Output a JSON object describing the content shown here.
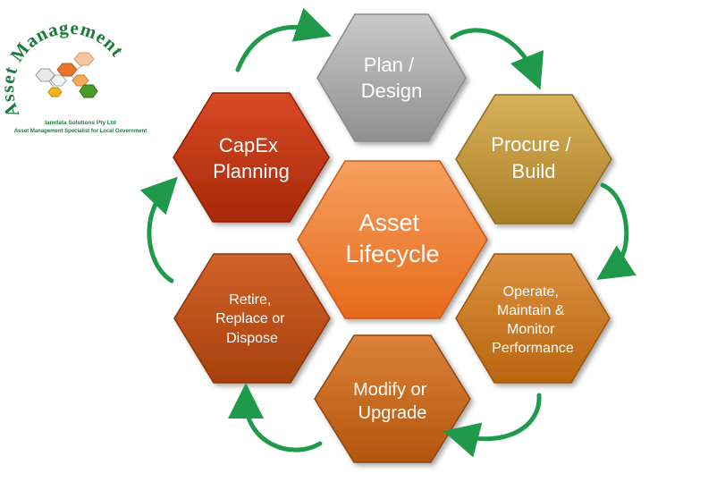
{
  "logo": {
    "arc_text": "Asset Management",
    "company": "Iamdata Solutions Pty Ltd",
    "tagline": "Asset Management Specialist for Local Government"
  },
  "center": {
    "lines": [
      "Asset",
      "Lifecycle"
    ],
    "color": "#f07c30"
  },
  "stages": [
    {
      "id": "plan-design",
      "lines": [
        "Plan /",
        "Design"
      ],
      "color": "#a7a7a7"
    },
    {
      "id": "procure-build",
      "lines": [
        "Procure /",
        "Build"
      ],
      "color": "#c39a3c"
    },
    {
      "id": "operate-maintain",
      "lines": [
        "Operate,",
        "Maintain &",
        "Monitor",
        "Performance"
      ],
      "color": "#cc7a1e"
    },
    {
      "id": "modify-upgrade",
      "lines": [
        "Modify or",
        "Upgrade"
      ],
      "color": "#cc6a1c"
    },
    {
      "id": "retire-replace",
      "lines": [
        "Retire,",
        "Replace or",
        "Dispose"
      ],
      "color": "#bf4f17"
    },
    {
      "id": "capex-planning",
      "lines": [
        "CapEx",
        "Planning"
      ],
      "color": "#c3361a"
    }
  ],
  "colors": {
    "arrow": "#1e9a4a",
    "logo_green": "#1c7a3e"
  }
}
